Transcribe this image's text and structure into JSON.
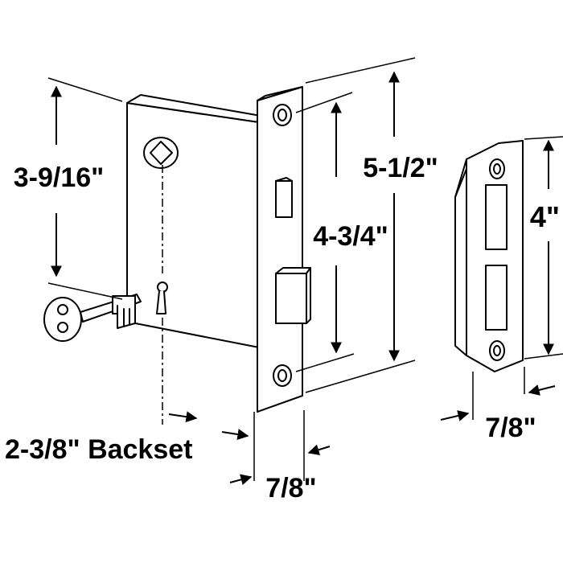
{
  "dimensions": {
    "faceplate_height": "5-1/2\"",
    "hole_spacing": "4-3/4\"",
    "case_height": "3-9/16\"",
    "strike_height": "4\"",
    "backset": "2-3/8\" Backset",
    "faceplate_width": "7/8\"",
    "strike_width": "7/8\""
  },
  "colors": {
    "line": "#000000",
    "background": "#ffffff"
  }
}
